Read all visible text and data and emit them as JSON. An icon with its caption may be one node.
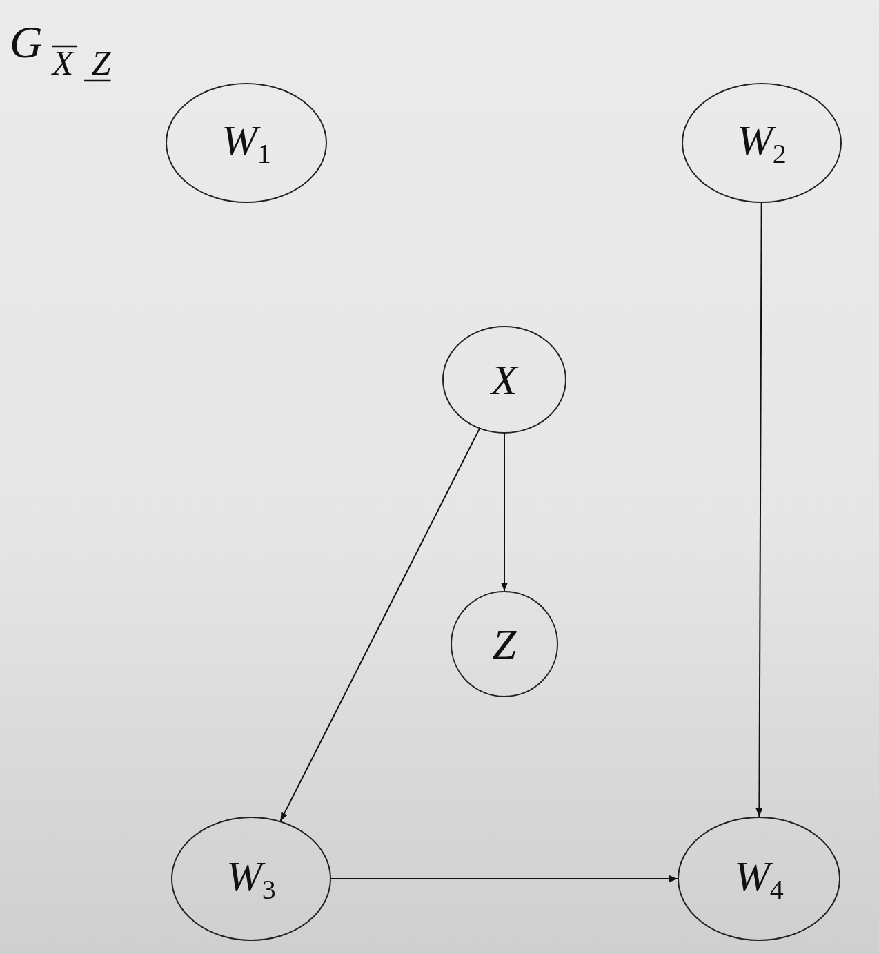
{
  "diagram": {
    "title": "G$_{X Z}$",
    "nodes": [
      {
        "text": [
          "W$_{1}$"
        ]
      },
      {
        "text": [
          "W$_{2}$"
        ]
      },
      {
        "text": [
          "X"
        ]
      },
      {
        "text": [
          "Z"
        ]
      },
      {
        "text": [
          "W$_{3}$"
        ]
      },
      {
        "text": [
          "W$_{4}$"
        ]
      }
    ],
    "edges": [
      {
        "from": 2,
        "to": 3,
        "arrow": "to"
      },
      {
        "from": 2,
        "to": 4,
        "arrow": "to"
      },
      {
        "from": 1,
        "to": 5,
        "arrow": "to"
      },
      {
        "from": 4,
        "to": 5,
        "arrow": "to"
      }
    ]
  }
}
